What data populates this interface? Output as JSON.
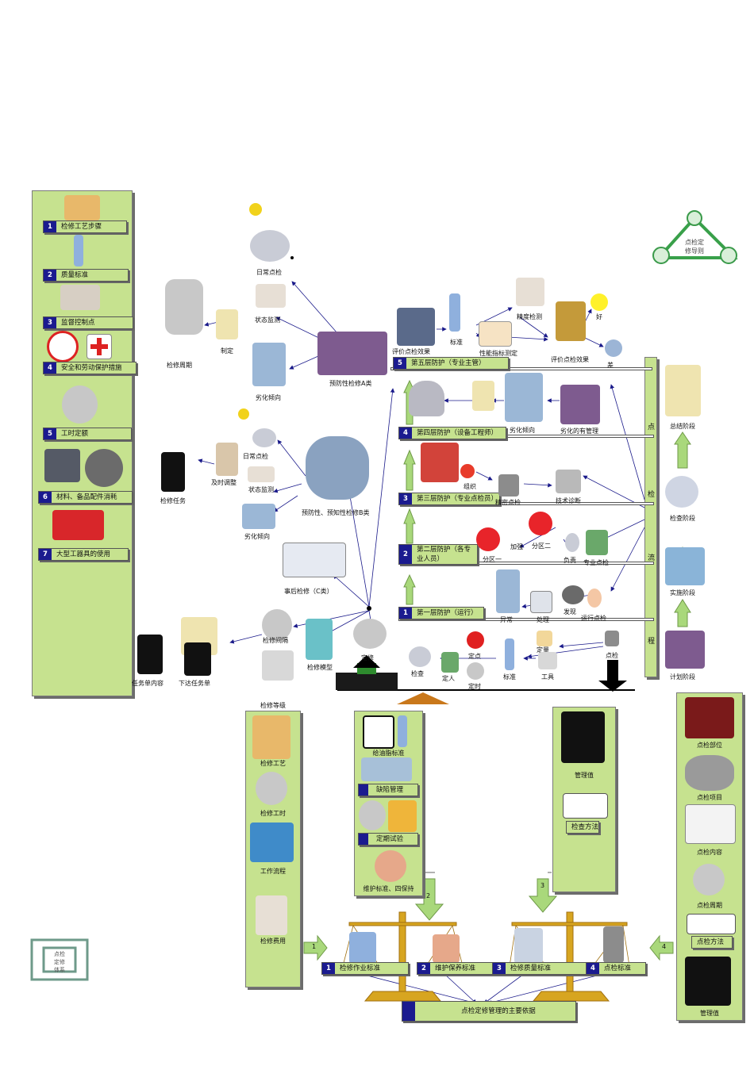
{
  "logo_top_right": "点检定\n修导则",
  "logo_bottom_left": "点检\n定修\n体系",
  "left_panel": {
    "items": [
      {
        "n": "1",
        "label": "检修工艺步骤"
      },
      {
        "n": "2",
        "label": "质量标准"
      },
      {
        "n": "3",
        "label": "监督控制点"
      },
      {
        "n": "4",
        "label": "安全和劳动保护措施"
      },
      {
        "n": "5",
        "label": "工时定额"
      },
      {
        "n": "6",
        "label": "材料、备品配件消耗"
      },
      {
        "n": "7",
        "label": "大型工器具的使用"
      }
    ]
  },
  "right_panel": {
    "vertical": [
      "点",
      "检",
      "流",
      "程"
    ],
    "stages": [
      "总结阶段",
      "检查阶段",
      "实施阶段",
      "计划阶段"
    ]
  },
  "layers": [
    {
      "n": "5",
      "label": "第五层防护（专业主管）"
    },
    {
      "n": "4",
      "label": "第四层防护（设备工程师）"
    },
    {
      "n": "3",
      "label": "第三层防护（专业点检员）"
    },
    {
      "n": "2",
      "label": "第二层防护（各专业人员）"
    },
    {
      "n": "1",
      "label": "第一层防护（运行）"
    }
  ],
  "diagram_labels": {
    "daily_check_top": "日常点检",
    "state_monitor_top": "状态监测",
    "cycle": "检修周期",
    "formulate": "制定",
    "degrade_top": "劣化倾向",
    "preventive_a": "预防性检修A类",
    "eval_result": "评价点检效果",
    "standard_top": "标准",
    "precision_check": "精度检测",
    "perf_test": "性能指标测定",
    "eval_effect": "评价点检效果",
    "good": "好",
    "bad": "差",
    "degrade_l4": "劣化倾向",
    "degrade_mgmt": "劣化的有管理",
    "task": "检修任务",
    "daily_check_mid": "日常点检",
    "timely_adjust": "及时调整",
    "state_monitor_mid": "状态监测",
    "degrade_mid": "劣化倾向",
    "preventive_b": "预防性、预知性检修B类",
    "org": "组织",
    "precision_point": "精密点检",
    "tech_diag": "技术诊断",
    "strengthen": "加强",
    "zone2": "分区二",
    "zone1": "分区一",
    "responsible": "负责",
    "pro_point": "专业点检",
    "postfix": "事后检修（C类）",
    "abnormal": "异常",
    "handle": "处理",
    "discover": "发现",
    "run_point": "运行点检",
    "interval": "检修间隔",
    "model": "检修模型",
    "repair": "定修",
    "scroll_left1": "任务单内容",
    "scroll_left2": "下达任务单",
    "grade": "检修等级",
    "check": "检查",
    "fixed_point": "定点",
    "fixed_person": "定人",
    "fixed_time": "定时",
    "standard_bottom": "标准",
    "fixed_amount": "定量",
    "tool": "工具",
    "point_check": "点检"
  },
  "bottom_left_panel": [
    "检修工艺",
    "检修工时",
    "工作流程",
    "检修费用"
  ],
  "bottom_mid_panel": {
    "oil": "给油脂标准",
    "defect": "缺陷管理",
    "test": "定期试验",
    "maintain": "维护标准、四保持"
  },
  "bottom_right_small": {
    "mgmt": "管理值",
    "method": "检查方法"
  },
  "far_right_panel": [
    "点检部位",
    "点检项目",
    "点检内容",
    "点检周期",
    "点检方法",
    "管理值"
  ],
  "arrows_nums": [
    "1",
    "2",
    "3",
    "4"
  ],
  "scales": [
    {
      "n": "1",
      "label": "检修作业标准"
    },
    {
      "n": "2",
      "label": "维护保养标准"
    },
    {
      "n": "3",
      "label": "检修质量标准"
    },
    {
      "n": "4",
      "label": "点检标准"
    }
  ],
  "basis": "点检定修管理的主要依据",
  "colors": {
    "panel": "#c6e28f",
    "navy": "#1b1b8f",
    "line": "#1a1a8a"
  }
}
